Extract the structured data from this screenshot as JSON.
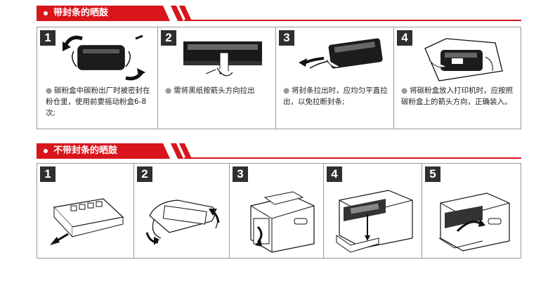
{
  "section1": {
    "title": "带封条的晒鼓",
    "steps": [
      {
        "num": "1",
        "text": "碳粉盒中碳粉出厂时被密封在粉仓里，使用前要摇动粉盒6-8次;"
      },
      {
        "num": "2",
        "text": "需将黑纸按箭头方向拉出"
      },
      {
        "num": "3",
        "text": "将封条拉出时，应均匀平直拉出，以免拉断封条;"
      },
      {
        "num": "4",
        "text": "将碳粉盒放入打印机时，应按照碳粉盒上的箭头方向，正确装入。"
      }
    ]
  },
  "section2": {
    "title": "不带封条的晒鼓",
    "steps": [
      {
        "num": "1"
      },
      {
        "num": "2"
      },
      {
        "num": "3"
      },
      {
        "num": "4"
      },
      {
        "num": "5"
      }
    ]
  },
  "colors": {
    "accent": "#d8151b",
    "badge": "#2f2f2f",
    "border": "#9a9a9a"
  },
  "icons": [
    "cartridge-shake-illustration",
    "pull-seal-illustration",
    "insert-cartridge-illustration",
    "printer-illustration"
  ]
}
